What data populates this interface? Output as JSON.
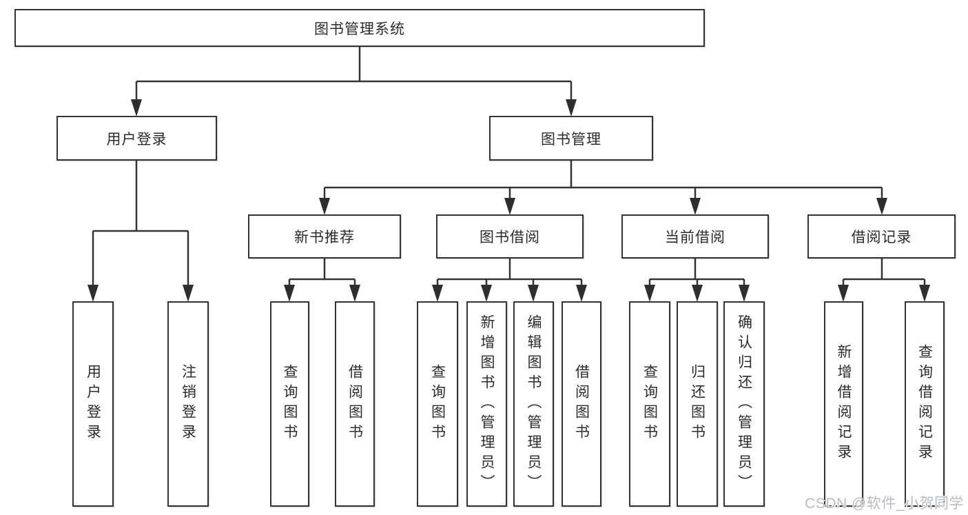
{
  "diagram": {
    "type": "hierarchy-tree",
    "line_color": "#333333",
    "text_color": "#2b2b2b",
    "box_fill": "#ffffff",
    "root": {
      "label": "图书管理系统"
    },
    "level2": [
      {
        "id": "login",
        "label": "用户登录"
      },
      {
        "id": "manage",
        "label": "图书管理"
      }
    ],
    "level3": [
      {
        "id": "newbook",
        "label": "新书推荐",
        "parent": "manage"
      },
      {
        "id": "borrow",
        "label": "图书借阅",
        "parent": "manage"
      },
      {
        "id": "current",
        "label": "当前借阅",
        "parent": "manage"
      },
      {
        "id": "record",
        "label": "借阅记录",
        "parent": "manage"
      }
    ],
    "leaves": {
      "login": [
        {
          "label": "用户登录"
        },
        {
          "label": "注销登录"
        }
      ],
      "newbook": [
        {
          "label": "查询图书"
        },
        {
          "label": "借阅图书"
        }
      ],
      "borrow": [
        {
          "label": "查询图书"
        },
        {
          "label": "新增图书（管理员）"
        },
        {
          "label": "编辑图书（管理员）"
        },
        {
          "label": "借阅图书"
        }
      ],
      "current": [
        {
          "label": "查询图书"
        },
        {
          "label": "归还图书"
        },
        {
          "label": "确认归还（管理员）"
        }
      ],
      "record": [
        {
          "label": "新增借阅记录"
        },
        {
          "label": "查询借阅记录"
        }
      ]
    },
    "watermark": "CSDN @软件_小贺同学"
  }
}
